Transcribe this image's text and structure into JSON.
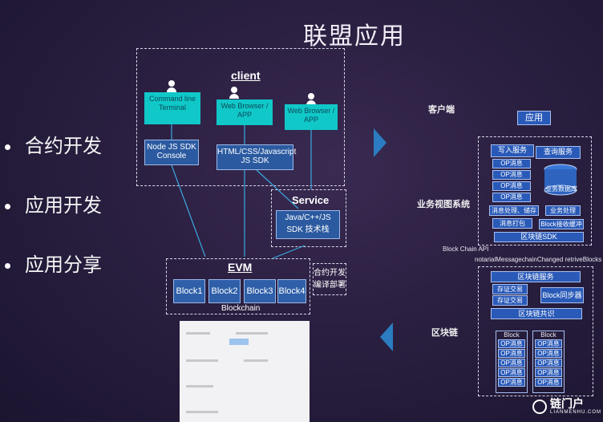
{
  "title": "联盟应用",
  "bullets": [
    "合约开发",
    "应用开发",
    "应用分享"
  ],
  "left_diagram": {
    "client_label": "client",
    "client_boxes": [
      "Command line Terminal",
      "Web Browser / APP",
      "Web Browser / APP"
    ],
    "sdk_boxes": [
      "Node JS SDK Console",
      "HTML/CSS/Javascript JS SDK"
    ],
    "service_label": "Service",
    "service_box": "Java/C++/JS SDK 技术栈",
    "evm_label": "EVM",
    "blocks": [
      "Block1",
      "Block2",
      "Block3",
      "Block4"
    ],
    "blockchain_label": "Blockchain",
    "deploy_box": "合约开发 编译部署"
  },
  "right_diagram": {
    "side_labels": {
      "client": "客户端",
      "business": "业务视图系统",
      "chain": "区块链"
    },
    "app": "应用",
    "write_service": "写入服务",
    "query_service": "查询服务",
    "op_msgs": [
      "OP消息",
      "OP消息",
      "OP消息",
      "OP消息"
    ],
    "db": "业务数据库",
    "msg_process": "消息处理、储存",
    "biz_process": "业务处理",
    "msg_pack": "消息打包",
    "block_recv": "Block接收缓冲",
    "chain_sdk": "区块链SDK",
    "api_label": "Block Chain API",
    "api_calls": "notarialMessagechainChanged retriveBlocks",
    "chain_service": "区块链服务",
    "store_tx": [
      "存证交易",
      "存证交易"
    ],
    "block_sync": "Block同步器",
    "consensus": "区块链共识",
    "block_label": "Block",
    "block_ops": [
      "OP消息",
      "OP消息",
      "OP消息",
      "OP消息",
      "OP消息"
    ]
  },
  "watermark": "链门户",
  "watermark_sub": "LIANMENHU.COM"
}
